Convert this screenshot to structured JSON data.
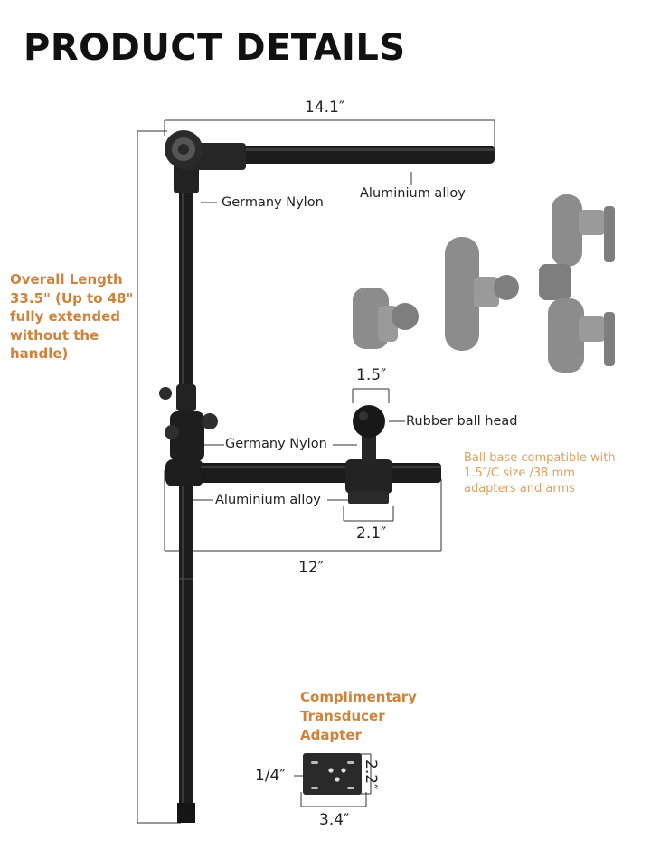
{
  "title": "PRODUCT DETAILS",
  "dimensions": {
    "top_arm_width": "14.1″",
    "ball_head_width": "1.5″",
    "ball_base_width": "2.1″",
    "lower_arm_width": "12″",
    "plate_width": "3.4″",
    "plate_height": "2.2″",
    "plate_hole": "1/4″"
  },
  "materials": {
    "top_joint": "Germany Nylon",
    "top_arm": "Aluminium alloy",
    "clamp": "Germany Nylon",
    "lower_arm": "Aluminium alloy",
    "ball_head": "Rubber ball head"
  },
  "overall_length": [
    "Overall Length",
    "33.5\" (Up to 48\"",
    "fully extended",
    "without the",
    "handle)"
  ],
  "ball_base_note": [
    "Ball base compatible with",
    "1.5″/C size /38 mm",
    "adapters and arms"
  ],
  "adapter_title": [
    "Complimentary",
    "Transducer",
    "Adapter"
  ],
  "colors": {
    "accent_orange": "#d0823a",
    "note_orange": "#e0a060",
    "pole": "#1c1c1c",
    "accessory_gray": "#8c8c8c"
  }
}
